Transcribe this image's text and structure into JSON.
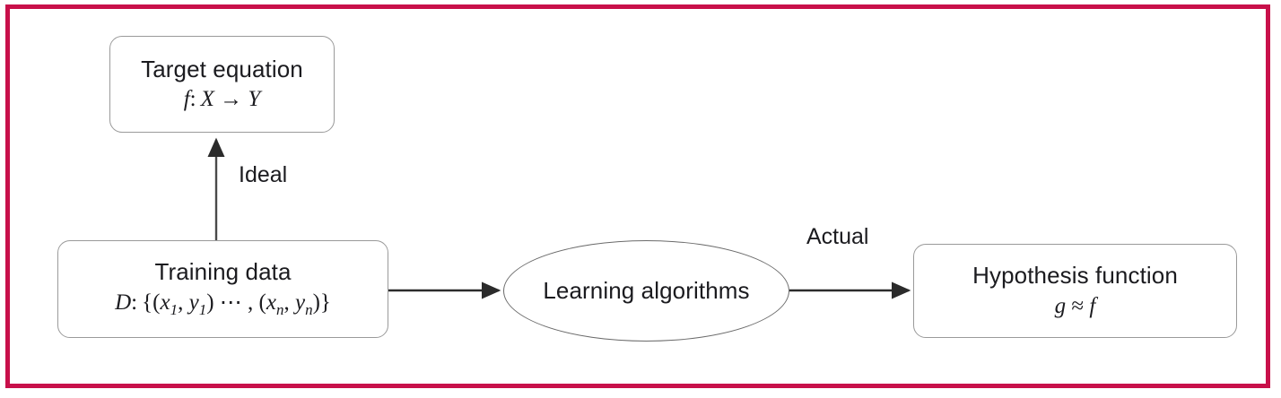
{
  "figure": {
    "type": "flowchart",
    "border_color": "#c8104a",
    "background": "#ffffff",
    "node_border_color": "#9a9a9a",
    "arrow_color": "#2b2b2b",
    "text_color": "#1b1b1f"
  },
  "nodes": {
    "target": {
      "shape": "rounded-rect",
      "title": "Target equation",
      "formula": "f: X → Y"
    },
    "training": {
      "shape": "rounded-rect",
      "title": "Training data",
      "formula_prefix": "D: {(x",
      "formula": "D: {(x₁, y₁) ⋯ , (xₙ, yₙ)}"
    },
    "learning": {
      "shape": "ellipse",
      "title": "Learning algorithms",
      "formula": ""
    },
    "hypothesis": {
      "shape": "rounded-rect",
      "title": "Hypothesis function",
      "formula": "g ≈ f"
    }
  },
  "edges": [
    {
      "id": "training-to-target",
      "from": "training",
      "to": "target",
      "label": "Ideal",
      "direction": "up"
    },
    {
      "id": "training-to-learning",
      "from": "training",
      "to": "learning",
      "label": "",
      "direction": "right"
    },
    {
      "id": "learning-to-hypothesis",
      "from": "learning",
      "to": "hypothesis",
      "label": "Actual",
      "direction": "right"
    }
  ],
  "labels": {
    "ideal": "Ideal",
    "actual": "Actual"
  },
  "formula_parts": {
    "target_f": "f",
    "target_colon": ":",
    "target_X": "X",
    "target_arrow": "→",
    "target_Y": "Y",
    "training_D": "D",
    "training_colon": ":",
    "training_open": "{(",
    "training_x1": "x",
    "training_sub1": "1",
    "training_comma1": ", ",
    "training_y1": "y",
    "training_dots": ") ⋯ , (",
    "training_xn": "x",
    "training_subn": "n",
    "training_yn": "y",
    "training_close": ")}",
    "hyp_g": "g",
    "hyp_approx": "≈",
    "hyp_f": "f"
  }
}
